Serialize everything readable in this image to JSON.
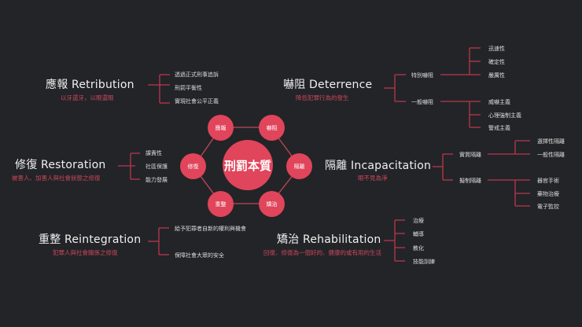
{
  "center": {
    "label": "刑罰本質"
  },
  "ring_nodes": [
    {
      "label": "應報"
    },
    {
      "label": "嚇阻"
    },
    {
      "label": "隔離"
    },
    {
      "label": "矯治"
    },
    {
      "label": "重整"
    },
    {
      "label": "修復"
    }
  ],
  "retribution": {
    "title": "應報 Retribution",
    "subtitle": "以牙還牙，以眼還眼",
    "items": [
      "透過正式刑事追訴",
      "刑罰平衡性",
      "實現社會公平正義"
    ]
  },
  "deterrence": {
    "title": "嚇阻 Deterrence",
    "subtitle": "降低犯罪行為的發生",
    "branches": [
      {
        "label": "特別嚇阻",
        "items": [
          "迅速性",
          "確定性",
          "嚴厲性"
        ]
      },
      {
        "label": "一般嚇阻",
        "items": [
          "威嚇主義",
          "心理強制主義",
          "警戒主義"
        ]
      }
    ]
  },
  "restoration": {
    "title": "修復 Restoration",
    "subtitle": "被害人、加害人與社會狀態之修復",
    "items": [
      "課責性",
      "社區保護",
      "能力發展"
    ]
  },
  "incapacitation": {
    "title": "隔離 Incapacitation",
    "subtitle": "眼不見為淨",
    "branches": [
      {
        "label": "實質隔離",
        "items": [
          "選擇性隔離",
          "一般性隔離"
        ]
      },
      {
        "label": "擬制隔離",
        "items": [
          "器官手術",
          "藥物治療",
          "電子監控"
        ]
      }
    ]
  },
  "reintegration": {
    "title": "重整 Reintegration",
    "subtitle": "犯罪人與社會關係之修復",
    "items": [
      "給予犯罪者自新的權利與機會",
      "保障社會大眾的安全"
    ]
  },
  "rehabilitation": {
    "title": "矯治 Rehabilitation",
    "subtitle": "回復、修復為一個好的、健康的或有用的生活",
    "items": [
      "治療",
      "輔導",
      "教化",
      "技能訓練"
    ]
  },
  "colors": {
    "background": "#232427",
    "accent": "#e0455b",
    "line": "#b8384e"
  }
}
